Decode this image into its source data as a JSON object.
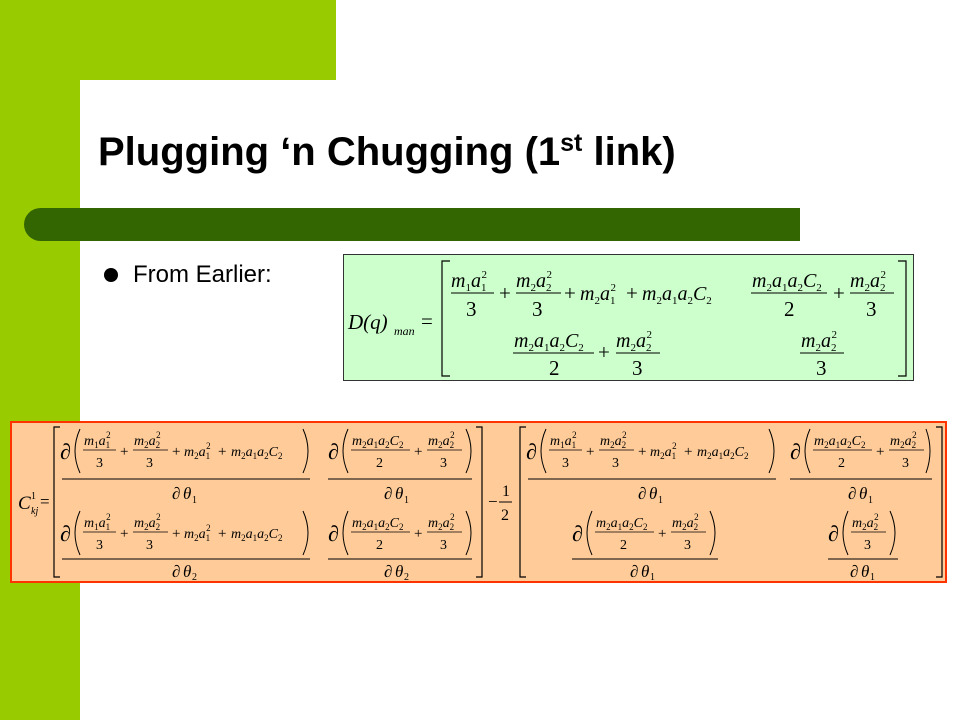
{
  "slide": {
    "title_main": "Plugging ‘n Chugging (1",
    "title_sup": "st",
    "title_tail": " link)",
    "bullet": "From Earlier:"
  },
  "colors": {
    "lime": "#99cc00",
    "dark_green": "#336600",
    "eq1_fill": "#ccffcc",
    "eq2_fill": "#ffcc99",
    "eq2_border": "#ff3300"
  },
  "eq1": {
    "lhs": "D(q)",
    "lhs_sub": "man",
    "equals": "=",
    "three": "3",
    "two": "2",
    "plus": "+"
  },
  "eq2": {
    "lhs": "C",
    "lhs_sup": "1",
    "lhs_sub": "kj",
    "equals": "=",
    "minus": "−",
    "half_num": "1",
    "half_den": "2",
    "partial": "∂",
    "theta": "θ",
    "sub1": "1",
    "sub2": "2"
  }
}
